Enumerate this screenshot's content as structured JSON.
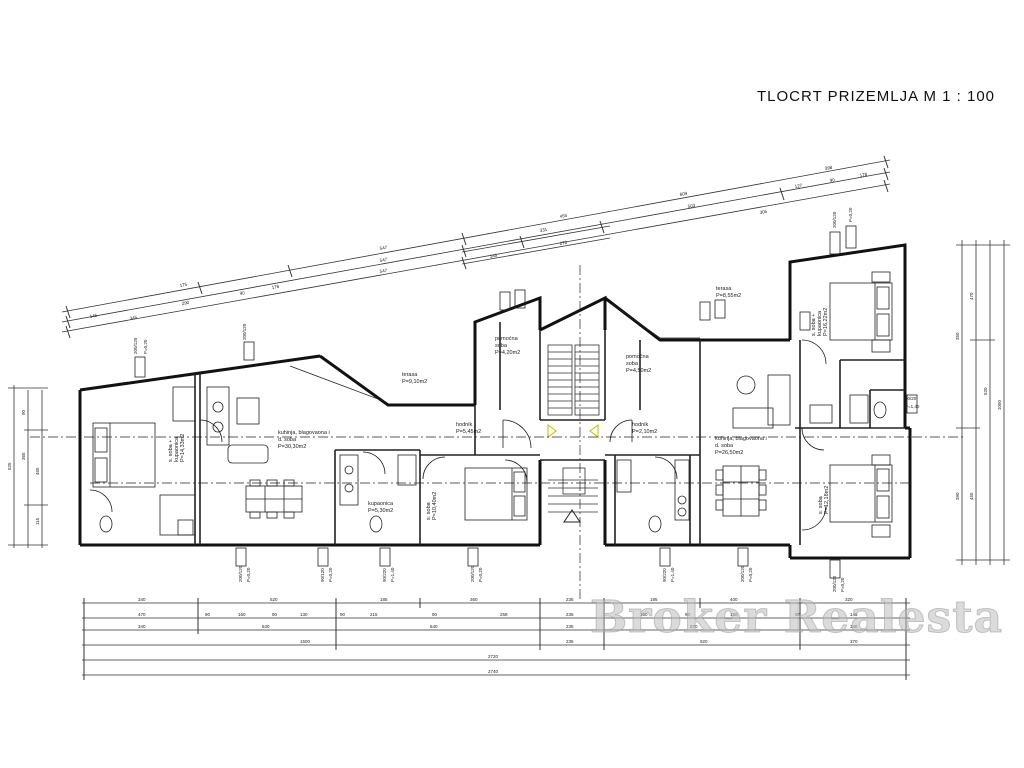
{
  "title": "TLOCRT  PRIZEMLJA  M 1 : 100",
  "watermark": "Broker Realesta",
  "rooms": [
    {
      "id": "soba1",
      "lines": [
        "s. soba +",
        "kupaonica",
        "P=14,33m2"
      ]
    },
    {
      "id": "kuhinja1",
      "lines": [
        "kuhinja, blagovaona i",
        "d. soba",
        "P=30,30m2"
      ]
    },
    {
      "id": "terasa1",
      "lines": [
        "terasa",
        "P=9,10m2"
      ]
    },
    {
      "id": "kupaonica1",
      "lines": [
        "kupaonica",
        "P=5,30m2"
      ]
    },
    {
      "id": "soba2",
      "lines": [
        "s. soba",
        "P=10,40m2"
      ]
    },
    {
      "id": "hodnik1",
      "lines": [
        "hodnik",
        "P=5,45m2"
      ]
    },
    {
      "id": "pomocna1",
      "lines": [
        "pomoćna",
        "soba",
        "P=4,20m2"
      ]
    },
    {
      "id": "pomocna2",
      "lines": [
        "pomoćna",
        "soba",
        "P=4,50m2"
      ]
    },
    {
      "id": "hodnik2",
      "lines": [
        "hodnik",
        "P=2,10m2"
      ]
    },
    {
      "id": "terasa2",
      "lines": [
        "terasa",
        "P=8,55m2"
      ]
    },
    {
      "id": "kuhinja2",
      "lines": [
        "kuhinja, blagovaona i",
        "d. soba",
        "P=26,50m2"
      ]
    },
    {
      "id": "soba3",
      "lines": [
        "s. soba +",
        "kupaonica",
        "P=16,22m2"
      ]
    },
    {
      "id": "soba4",
      "lines": [
        "s. soba",
        "P=12,18m2"
      ]
    }
  ],
  "bottom_dims": {
    "row1": [
      "340",
      "520",
      "185",
      "360",
      "235",
      "195",
      "400",
      "320"
    ],
    "row2": [
      "470",
      "90",
      "160",
      "90",
      "130",
      "90",
      "215",
      "90",
      "258",
      "235",
      "160",
      "90",
      "150",
      "90",
      "145"
    ],
    "row3": [
      "340",
      "630",
      "640",
      "235",
      "570",
      "340"
    ],
    "row4": [
      "1500",
      "235",
      "920",
      "370"
    ],
    "row5": [
      "2720"
    ],
    "row6": [
      "2740"
    ]
  },
  "top_dims": {
    "row_a": [
      "175",
      "547",
      "455",
      "609",
      "398"
    ],
    "row_b": [
      "145",
      "345",
      "290",
      "90",
      "176",
      "547",
      "90",
      "145",
      "331",
      "90",
      "503",
      "127",
      "90",
      "178"
    ],
    "row_c": [
      "547",
      "145",
      "270",
      "305"
    ]
  },
  "left_dims": [
    "525",
    "365",
    "465",
    "115",
    "90"
  ],
  "right_dims": [
    "470",
    "1050",
    "520",
    "350",
    "455",
    "390"
  ],
  "window_marks": [
    "200/120",
    "P=0,20",
    "90/120",
    "P=1,40",
    "90/220",
    "P=1,40",
    "50/20",
    "P=1,40"
  ]
}
